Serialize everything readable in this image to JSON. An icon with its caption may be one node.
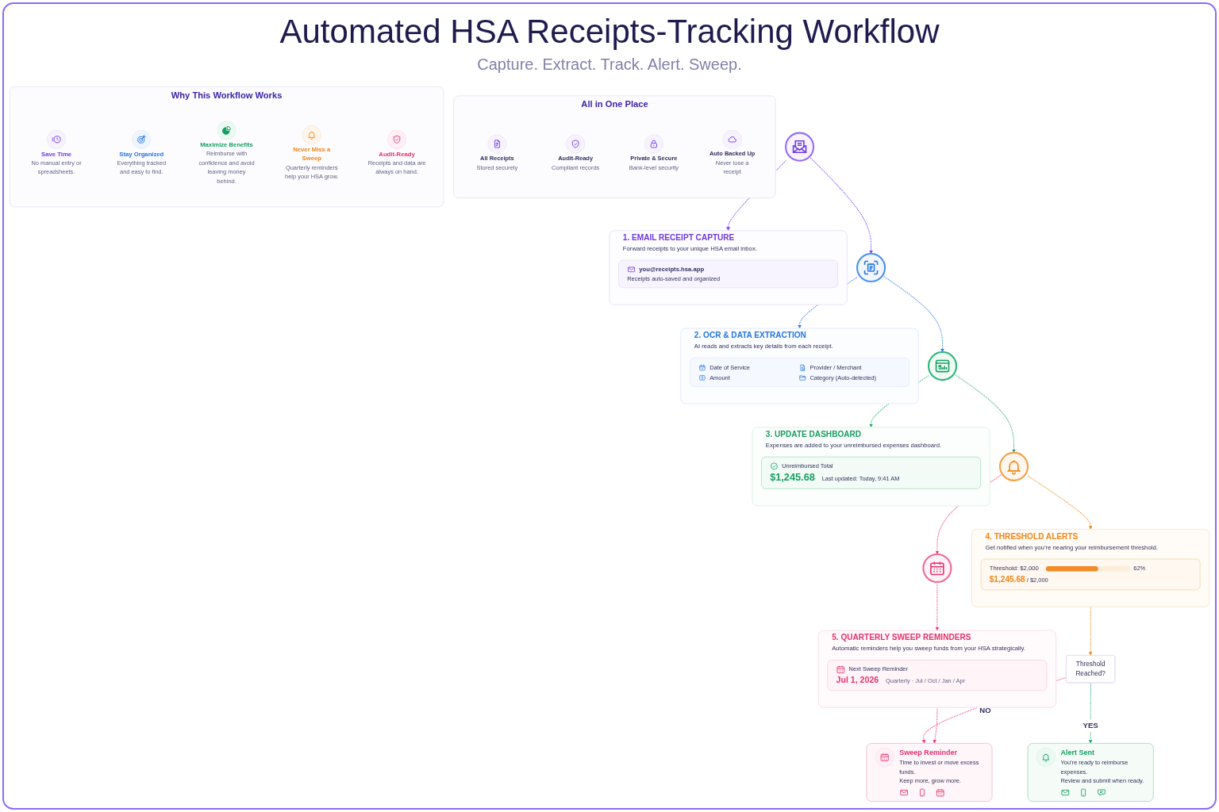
{
  "diagram": {
    "title": "Automated HSA Receipts-Tracking Workflow",
    "nodes": [
      {
        "text": [],
        "shape": "circle"
      },
      {
        "text": [
          "1. EMAIL RECEIPT CAPTURE",
          "Forward receipts to your unique HSA email inbox."
        ]
      },
      {
        "text": [
          "you@receipts.hsa.app",
          "Receipts auto-saved and organized"
        ],
        "in": 1
      },
      {
        "text": [],
        "shape": "circle"
      },
      {
        "text": [
          "2. OCR & DATA EXTRACTION",
          "AI reads and extracts key details from each receipt."
        ]
      },
      {
        "text": [
          "Date of Service",
          "Provider / Merchant",
          "Amount",
          "Category (Auto-detected)"
        ],
        "in": 4
      },
      {
        "text": [],
        "shape": "circle"
      },
      {
        "text": [
          "3. UPDATE DASHBOARD",
          "Expenses are added to your unreimbursed expenses dashboard."
        ]
      },
      {
        "text": [
          "Unreimbursed Total",
          "$1,245.68",
          "Last updated: Today, 9:41 AM"
        ],
        "in": 7
      },
      {
        "text": [],
        "shape": "circle"
      },
      {
        "text": [
          "4. THRESHOLD ALERTS",
          "Get notified when you’re nearing your reimbursement threshold."
        ]
      },
      {
        "text": [
          "Threshold: $2,000",
          "62%",
          "$1,245.68",
          "/ $2,000"
        ],
        "in": 10
      },
      {
        "text": [],
        "shape": "circle"
      },
      {
        "text": [
          "5. QUARTERLY SWEEP REMINDERS",
          "Automatic reminders help you sweep funds from your HSA strategically."
        ]
      },
      {
        "text": [
          "Next Sweep Reminder",
          "Jul 1, 2026",
          "Quarterly · Jul / Oct / Jan / Apr"
        ],
        "in": 13
      },
      {
        "text": [
          "All in One Place"
        ]
      },
      {
        "text": [
          "All Receipts",
          "Stored securely"
        ],
        "in": 15
      },
      {
        "text": [
          "Audit-Ready",
          "Compliant records"
        ],
        "in": 15
      },
      {
        "text": [
          "Private & Secure",
          "Bank-level security"
        ],
        "in": 15
      },
      {
        "text": [
          "Auto Backed Up",
          "Never lose a receipt"
        ],
        "in": 15
      },
      {
        "text": [
          "Threshold Reached?"
        ]
      },
      {
        "text": [
          "Alert Sent",
          "You’re ready to reimburse expenses.",
          "Review and submit when ready."
        ]
      },
      {
        "text": [
          "Sweep Reminder",
          "Time to invest or move excess funds.",
          "Keep more, grow more."
        ]
      },
      {
        "text": [
          "Why This Workflow Works"
        ]
      },
      {
        "text": [
          "Save Time",
          "No manual entry or spreadsheets."
        ],
        "in": 23
      },
      {
        "text": [
          "Stay Organized",
          "Everything tracked and easy to find."
        ],
        "in": 23
      },
      {
        "text": [
          "Maximize Benefits",
          "Reimburse with confidence and avoid leaving money behind."
        ],
        "in": 23
      },
      {
        "text": [
          "Never Miss a Sweep",
          "Quarterly reminders help your HSA grow."
        ],
        "in": 23
      },
      {
        "text": [
          "Audit-Ready",
          "Receipts and data are always on hand."
        ],
        "in": 23
      }
    ],
    "edges": [
      {
        "from": 0,
        "to": 3,
        "arrow": "to",
        "style": "dashed",
        "color": "#7b3fe4"
      },
      {
        "from": 3,
        "to": 6,
        "arrow": "to",
        "style": "dashed",
        "color": "#2f7de1"
      },
      {
        "from": 6,
        "to": 9,
        "arrow": "to",
        "style": "dashed",
        "color": "#1fa971"
      },
      {
        "from": 9,
        "to": 12,
        "arrow": "to",
        "style": "dashed",
        "color": "#e8407a"
      },
      {
        "from": 0,
        "to": 1,
        "arrow": "to",
        "style": "dashed",
        "color": "#7b3fe4"
      },
      {
        "from": 3,
        "to": 4,
        "arrow": "to",
        "style": "dashed",
        "color": "#2f7de1"
      },
      {
        "from": 6,
        "to": 7,
        "arrow": "to",
        "style": "dashed",
        "color": "#1fa971"
      },
      {
        "from": 9,
        "to": 10,
        "arrow": "to",
        "style": "dashed",
        "color": "#f08a1c"
      },
      {
        "from": 12,
        "to": 13,
        "arrow": "to",
        "style": "dashed",
        "color": "#e8407a"
      },
      {
        "from": 10,
        "to": 20,
        "arrow": "to",
        "style": "dashed",
        "color": "#f08a1c"
      },
      {
        "from": 20,
        "to": 21,
        "arrow": "to",
        "label": "YES",
        "style": "dashed",
        "color": "#1fa971"
      },
      {
        "from": 20,
        "to": 22,
        "arrow": "to",
        "label": "NO",
        "style": "dashed",
        "color": "#e8407a"
      },
      {
        "from": 13,
        "to": 22,
        "arrow": "to",
        "style": "dashed",
        "color": "#e8407a"
      }
    ],
    "labels": [
      "Capture. Extract. Track. Alert. Sweep."
    ]
  }
}
